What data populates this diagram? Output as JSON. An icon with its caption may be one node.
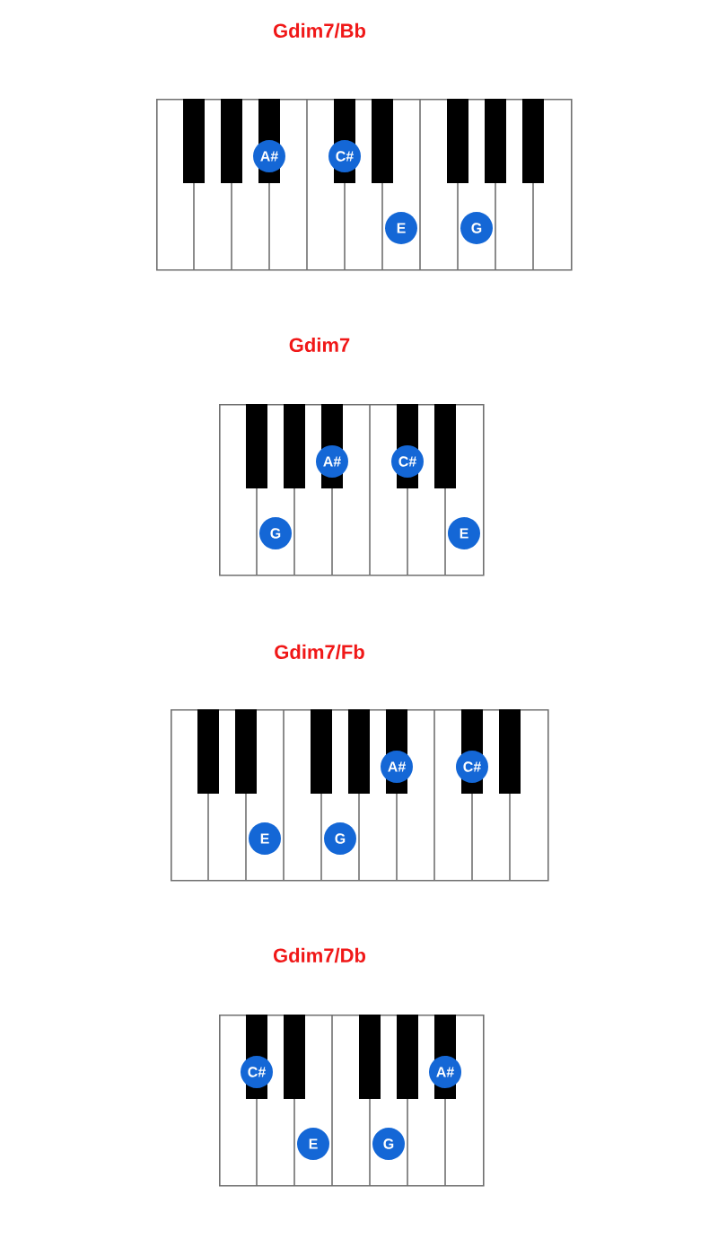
{
  "diagram": {
    "nodes": [
      {
        "text": [
          "Gdim7/Bb"
        ]
      },
      {
        "text": [
          "A#"
        ],
        "in": 0
      },
      {
        "text": [
          "C#"
        ],
        "in": 0
      },
      {
        "text": [
          "E"
        ],
        "in": 0
      },
      {
        "text": [
          "G"
        ],
        "in": 0
      },
      {
        "text": [
          "Gdim7"
        ]
      },
      {
        "text": [
          "G"
        ],
        "in": 5
      },
      {
        "text": [
          "A#"
        ],
        "in": 5
      },
      {
        "text": [
          "C#"
        ],
        "in": 5
      },
      {
        "text": [
          "E"
        ],
        "in": 5
      },
      {
        "text": [
          "Gdim7/Fb"
        ]
      },
      {
        "text": [
          "E"
        ],
        "in": 10
      },
      {
        "text": [
          "G"
        ],
        "in": 10
      },
      {
        "text": [
          "A#"
        ],
        "in": 10
      },
      {
        "text": [
          "C#"
        ],
        "in": 10
      },
      {
        "text": [
          "Gdim7/Db"
        ]
      },
      {
        "text": [
          "C#"
        ],
        "in": 15
      },
      {
        "text": [
          "E"
        ],
        "in": 15
      },
      {
        "text": [
          "G"
        ],
        "in": 15
      },
      {
        "text": [
          "A#"
        ],
        "in": 15
      }
    ]
  }
}
